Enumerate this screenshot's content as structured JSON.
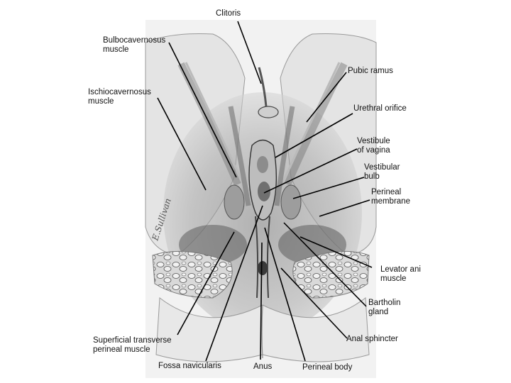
{
  "labels": {
    "clitoris": "Clitoris",
    "bulbocavernosus": "Bulbocavernosus\nmuscle",
    "ischiocavernosus": "Ischiocavernosus\nmuscle",
    "pubic_ramus": "Pubic ramus",
    "urethral_orifice": "Urethral orifice",
    "vestibule": "Vestibule\nof vagina",
    "vestibular_bulb": "Vestibular\nbulb",
    "perineal_membrane": "Perineal\nmembrane",
    "levator_ani": "Levator ani\nmuscle",
    "bartholin": "Bartholin\ngland",
    "anal_sphincter": "Anal sphincter",
    "superficial_transverse": "Superficial transverse\nperineal muscle",
    "fossa_navicularis": "Fossa navicularis",
    "anus": "Anus",
    "perineal_body": "Perineal body"
  },
  "colors": {
    "background": "#ffffff",
    "paper": "#f1f1f1",
    "pencil_dark": "#4a4a4a",
    "pencil_mid": "#8a8a8a",
    "pencil_light": "#c9c9c9",
    "leader": "#000000"
  }
}
